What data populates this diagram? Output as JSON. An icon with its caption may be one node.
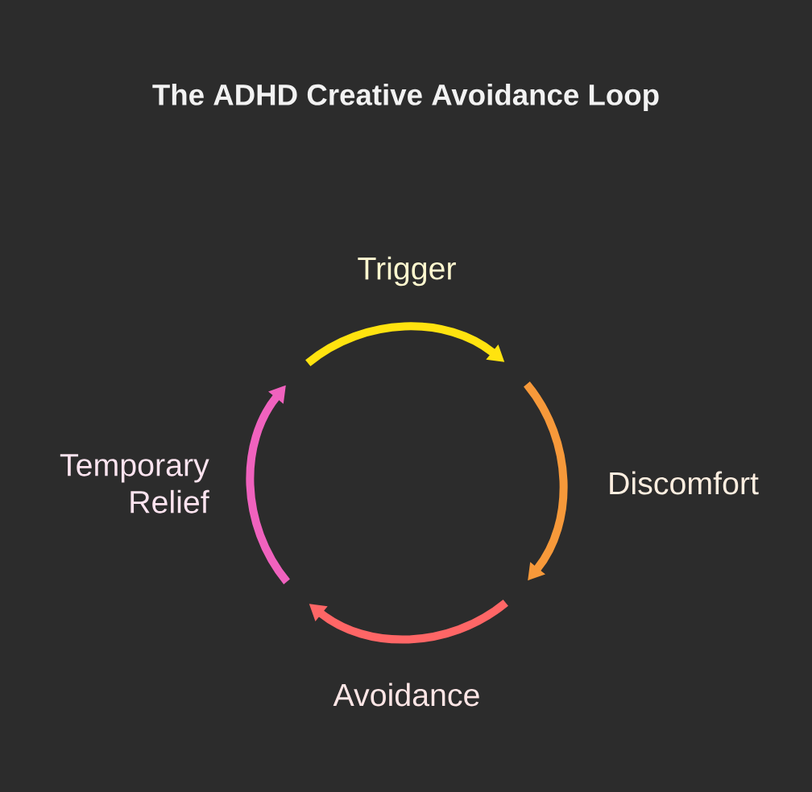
{
  "diagram": {
    "title": "The ADHD Creative Avoidance Loop",
    "nodes": [
      {
        "text": [
          "Trigger"
        ]
      },
      {
        "text": [
          "Discomfort"
        ]
      },
      {
        "text": [
          "Avoidance"
        ]
      },
      {
        "text": [
          "Temporary Relief"
        ]
      }
    ]
  }
}
